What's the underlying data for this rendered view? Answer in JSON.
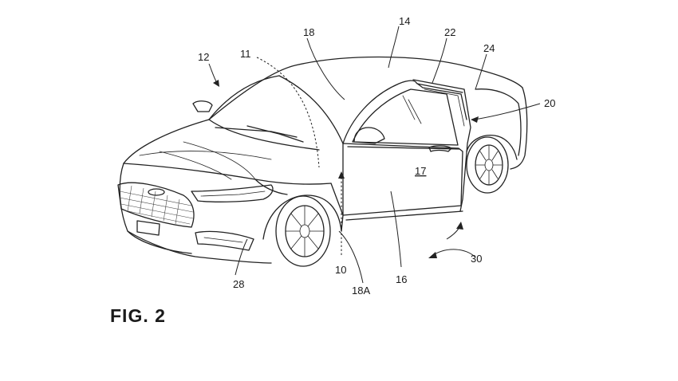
{
  "figure": {
    "caption": "FIG. 2"
  },
  "reference_numerals": {
    "vehicle": "10",
    "hood_line": "11",
    "vehicle_ref": "12",
    "roof": "14",
    "door": "16",
    "door_panel": "17",
    "a_pillar": "18",
    "pillar_lower": "18A",
    "rear_door": "20",
    "window": "22",
    "rear_pillar": "24",
    "headlamp": "28",
    "swing_direction": "30"
  },
  "colors": {
    "ink": "#222222",
    "paper": "#ffffff"
  }
}
